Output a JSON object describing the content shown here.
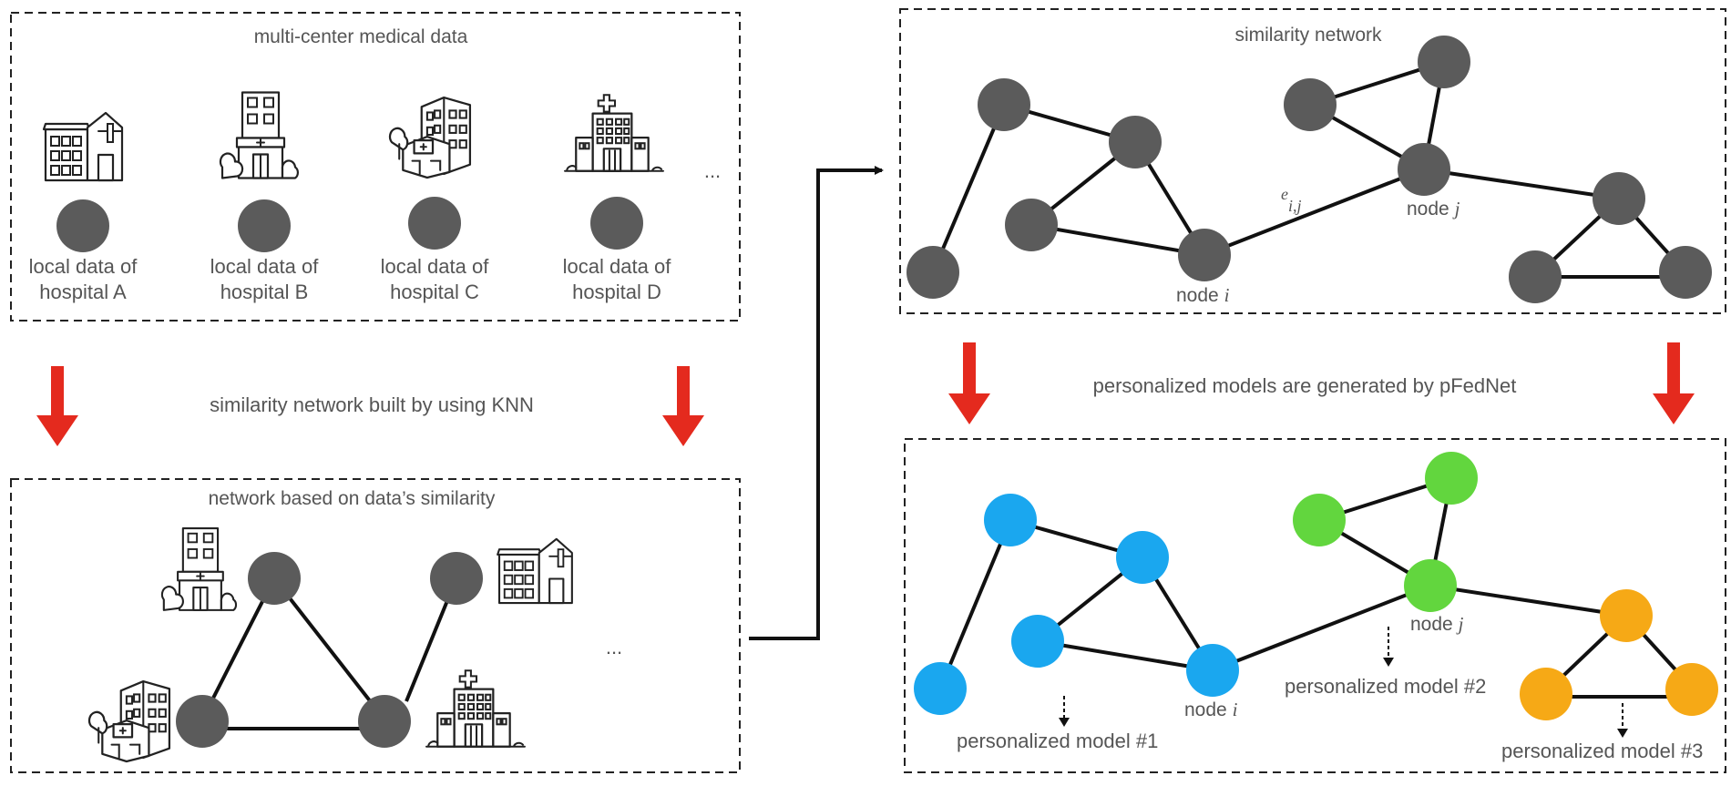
{
  "colors": {
    "node_gray": "#5b5b5b",
    "model1": "#1aa7ef",
    "model2": "#62d63e",
    "model3": "#f6a916",
    "arrow_red": "#e42a1e",
    "line": "#111111",
    "text": "#555555"
  },
  "panel_a": {
    "title": "multi-center medical data",
    "ellipsis": "...",
    "hospitals": [
      {
        "line1": "local data of",
        "line2": "hospital A",
        "icon": "hospital-clinic-icon"
      },
      {
        "line1": "local data of",
        "line2": "hospital B",
        "icon": "hospital-tower-trees-icon"
      },
      {
        "line1": "local data of",
        "line2": "hospital C",
        "icon": "hospital-block-icon"
      },
      {
        "line1": "local data of",
        "line2": "hospital D",
        "icon": "hospital-cross-building-icon"
      }
    ]
  },
  "transition_left": {
    "text": "similarity network built by using KNN"
  },
  "panel_b": {
    "title": "network based on data’s similarity",
    "ellipsis": "..."
  },
  "panel_c": {
    "title": "similarity network",
    "edge_label": "e",
    "edge_label_sub": "i,j",
    "node_i_prefix": "node ",
    "node_i_var": "i",
    "node_j_prefix": "node ",
    "node_j_var": "j"
  },
  "transition_right": {
    "text": "personalized models are generated by pFedNet"
  },
  "panel_d": {
    "node_i_prefix": "node ",
    "node_i_var": "i",
    "node_j_prefix": "node ",
    "node_j_var": "j",
    "model_1": "personalized model #1",
    "model_2": "personalized model #2",
    "model_3": "personalized model #3"
  }
}
